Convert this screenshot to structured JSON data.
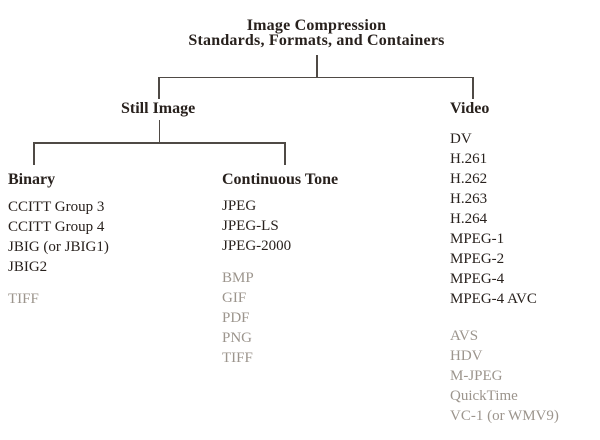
{
  "title": {
    "line1": "Image Compression",
    "line2": "Standards, Formats, and Containers"
  },
  "still_image": {
    "label": "Still Image",
    "binary": {
      "label": "Binary",
      "standards": [
        "CCITT Group 3",
        "CCITT Group 4",
        "JBIG (or JBIG1)",
        "JBIG2"
      ],
      "gray_items": [
        "TIFF"
      ]
    },
    "continuous_tone": {
      "label": "Continuous Tone",
      "standards": [
        "JPEG",
        "JPEG-LS",
        "JPEG-2000"
      ],
      "gray_items": [
        "BMP",
        "GIF",
        "PDF",
        "PNG",
        "TIFF"
      ]
    }
  },
  "video": {
    "label": "Video",
    "standards": [
      "DV",
      "H.261",
      "H.262",
      "H.263",
      "H.264",
      "MPEG-1",
      "MPEG-2",
      "MPEG-4",
      "MPEG-4 AVC"
    ],
    "gray_items": [
      "AVS",
      "HDV",
      "M-JPEG",
      "QuickTime",
      "VC-1 (or WMV9)"
    ]
  },
  "colors": {
    "text_dark": "#28211d",
    "text_gray": "#9c958d",
    "line": "#4f4a45"
  }
}
